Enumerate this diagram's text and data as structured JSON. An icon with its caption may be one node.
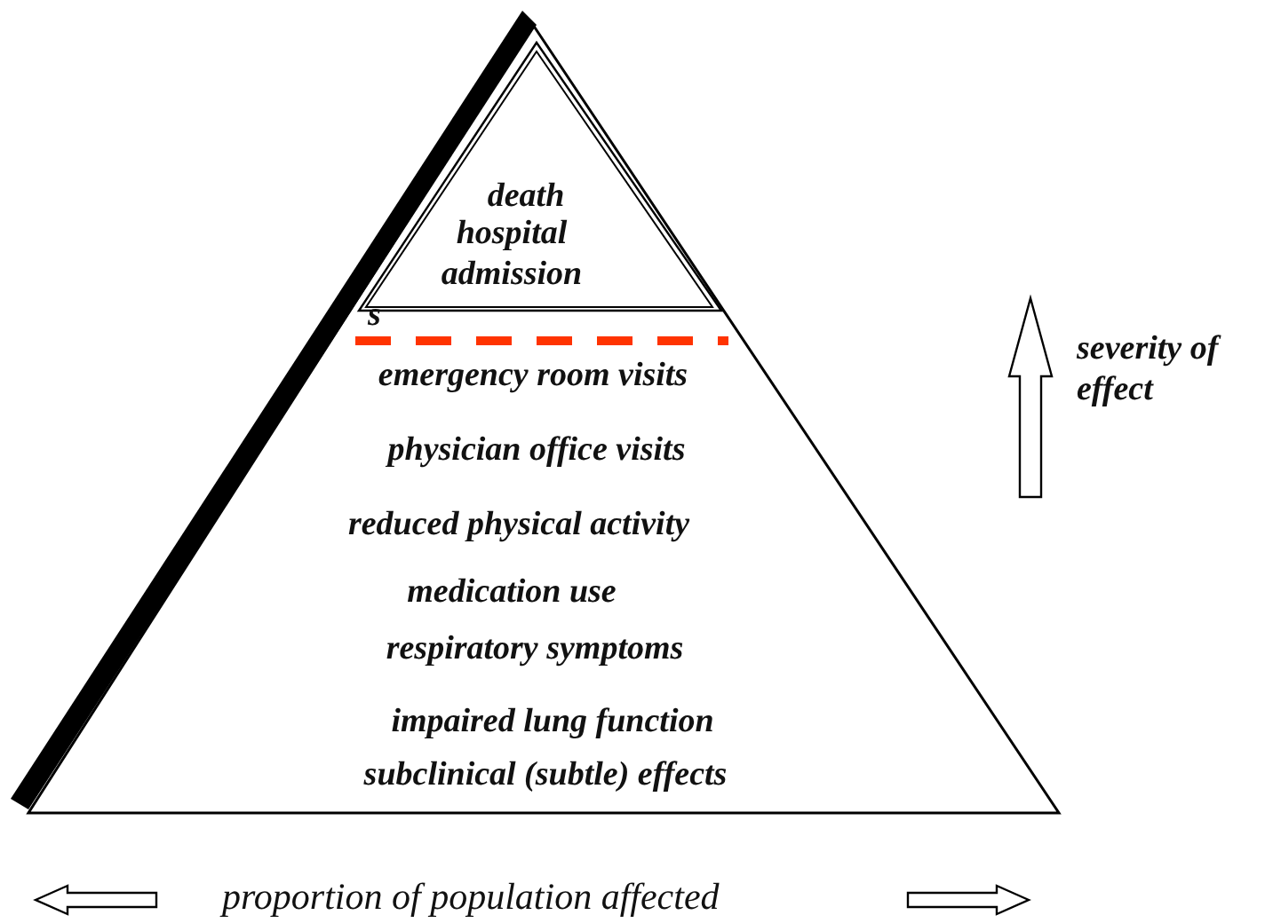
{
  "diagram": {
    "nodes": [
      {
        "text": [
          "emergency room visits",
          "physician office visits",
          "reduced physical activity",
          "medication use",
          "respiratory symptoms",
          "impaired lung function",
          "subclinical (subtle) effects"
        ]
      },
      {
        "text": [
          "death",
          "hospital admission"
        ],
        "in": 0
      }
    ],
    "labels": [
      "s",
      "severity of effect",
      "proportion of population affected"
    ]
  }
}
